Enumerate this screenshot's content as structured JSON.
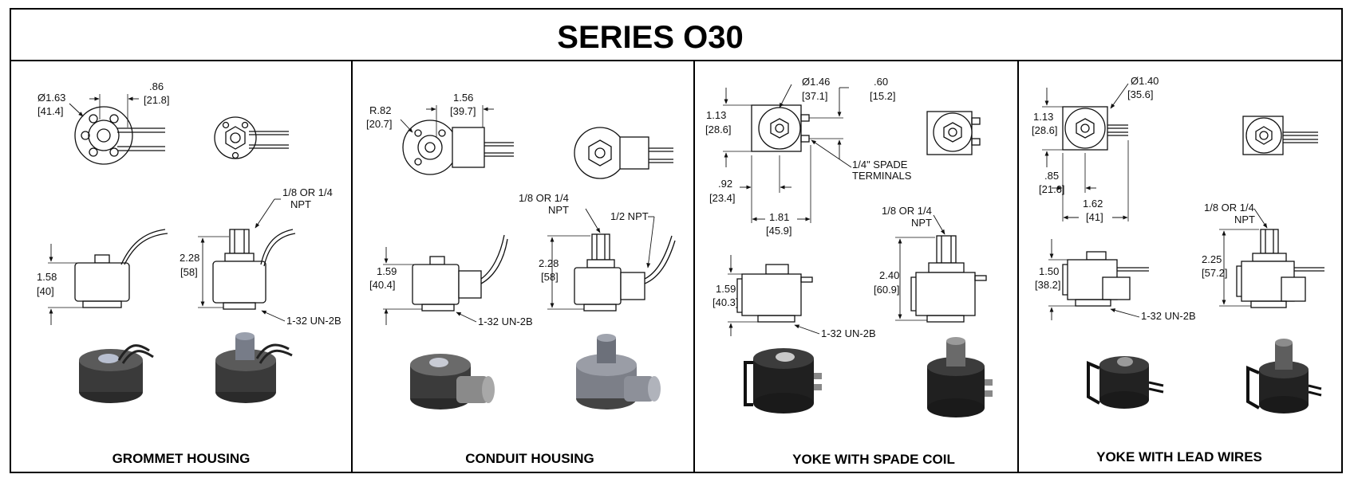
{
  "title": "SERIES O30",
  "colors": {
    "ink": "#111111",
    "dark_part": "#2e2e2e",
    "mid_part": "#5a5a5a",
    "light_part": "#9a9a9a"
  },
  "panels": [
    {
      "caption": "GROMMET HOUSING",
      "dims": {
        "diameter": "Ø1.63",
        "diameter_mm": "[41.4]",
        "offset": ".86",
        "offset_mm": "[21.8]",
        "height": "1.58",
        "height_mm": "[40]",
        "npt": "1/8 OR 1/4",
        "npt2": "NPT",
        "height2": "2.28",
        "height2_mm": "[58]",
        "thread": "1-32 UN-2B"
      }
    },
    {
      "caption": "CONDUIT HOUSING",
      "dims": {
        "radius": "R.82",
        "radius_mm": "[20.7]",
        "width": "1.56",
        "width_mm": "[39.7]",
        "height": "1.59",
        "height_mm": "[40.4]",
        "npt": "1/8 OR 1/4",
        "npt2": "NPT",
        "conduit": "1/2 NPT",
        "height2": "2.28",
        "height2_mm": "[58]",
        "thread": "1-32 UN-2B"
      }
    },
    {
      "caption": "YOKE WITH SPADE COIL",
      "dims": {
        "diameter": "Ø1.46",
        "diameter_mm": "[37.1]",
        "spade": ".60",
        "spade_mm": "[15.2]",
        "depth": "1.13",
        "depth_mm": "[28.6]",
        "terminals": "1/4\" SPADE",
        "terminals2": "TERMINALS",
        "offset": ".92",
        "offset_mm": "[23.4]",
        "width": "1.81",
        "width_mm": "[45.9]",
        "npt": "1/8 OR 1/4",
        "npt2": "NPT",
        "height": "1.59",
        "height_mm": "[40.3]",
        "height2": "2.40",
        "height2_mm": "[60.9]",
        "thread": "1-32 UN-2B"
      }
    },
    {
      "caption": "YOKE WITH LEAD WIRES",
      "dims": {
        "diameter": "Ø1.40",
        "diameter_mm": "[35.6]",
        "depth": "1.13",
        "depth_mm": "[28.6]",
        "offset": ".85",
        "offset_mm": "[21.6]",
        "width": "1.62",
        "width_mm": "[41]",
        "npt": "1/8 OR 1/4",
        "npt2": "NPT",
        "height": "1.50",
        "height_mm": "[38.2]",
        "height2": "2.25",
        "height2_mm": "[57.2]",
        "thread": "1-32 UN-2B"
      }
    }
  ]
}
